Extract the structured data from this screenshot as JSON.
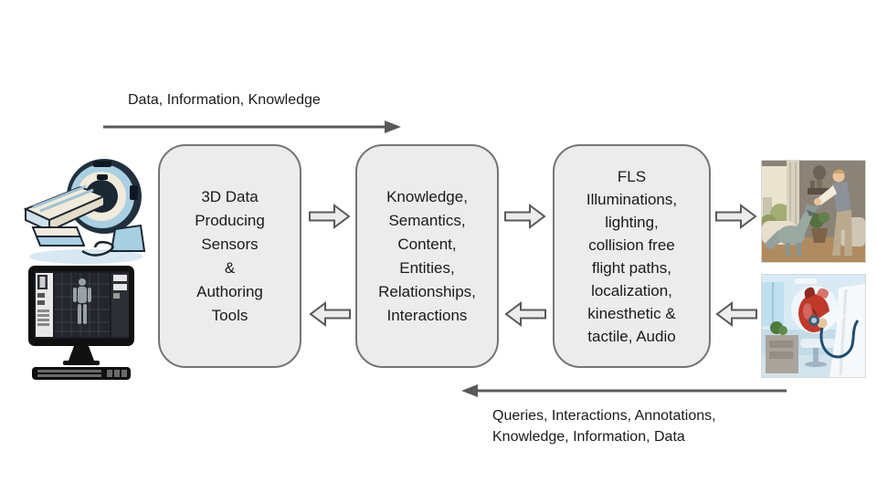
{
  "slide": {
    "top_flow": {
      "label": "Data, Information, Knowledge",
      "direction": "right"
    },
    "bottom_flow": {
      "line1": "Queries, Interactions, Annotations,",
      "line2": "Knowledge, Information, Data",
      "direction": "left"
    },
    "boxes": [
      {
        "name": "3d-data-producing-sensors",
        "lines": [
          "3D Data",
          "Producing",
          "Sensors",
          "&",
          "Authoring",
          "Tools"
        ]
      },
      {
        "name": "knowledge-semantics-content",
        "lines": [
          "Knowledge,",
          "Semantics,",
          "Content,",
          "Entities,",
          "Relationships,",
          "Interactions"
        ]
      },
      {
        "name": "fls-outputs",
        "lines": [
          "FLS",
          "Illuminations,",
          "lighting,",
          "collision free",
          "flight paths,",
          "localization,",
          "kinesthetic &",
          "tactile, Audio"
        ]
      }
    ],
    "images": [
      {
        "name": "ct-scanner-illustration"
      },
      {
        "name": "3d-body-scan-monitor-illustration"
      },
      {
        "name": "user-with-virtual-creature-photo"
      },
      {
        "name": "heart-examination-photo"
      }
    ],
    "colors": {
      "box_fill": "#ececec",
      "box_border": "#757575",
      "arrow_stroke": "#595959",
      "block_arrow_fill": "#ececec",
      "text": "#1a1a1a"
    }
  }
}
